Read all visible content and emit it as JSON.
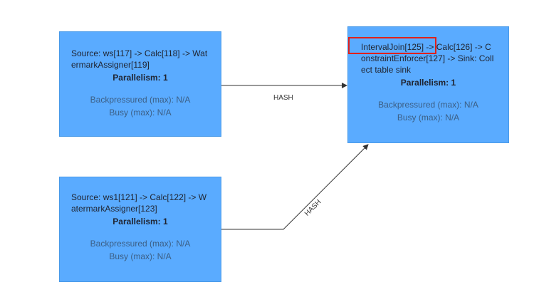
{
  "graph": {
    "nodes": [
      {
        "id": "n1",
        "name": "Source: ws[117] -> Calc[118] -> WatermarkAssigner[119]",
        "parallelism": "Parallelism: 1",
        "backpressured": "Backpressured (max): N/A",
        "busy": "Busy (max): N/A"
      },
      {
        "id": "n2",
        "name": "Source: ws1[121] -> Calc[122] -> WatermarkAssigner[123]",
        "parallelism": "Parallelism: 1",
        "backpressured": "Backpressured (max): N/A",
        "busy": "Busy (max): N/A"
      },
      {
        "id": "n3",
        "name": "IntervalJoin[125] -> Calc[126] -> ConstraintEnforcer[127] -> Sink: Collect table sink",
        "parallelism": "Parallelism: 1",
        "backpressured": "Backpressured (max): N/A",
        "busy": "Busy (max): N/A"
      }
    ],
    "edges": [
      {
        "label": "HASH"
      },
      {
        "label": "HASH"
      }
    ],
    "colors": {
      "node_fill": "#5aabff",
      "edge": "#333333",
      "highlight": "#e0201b"
    }
  }
}
